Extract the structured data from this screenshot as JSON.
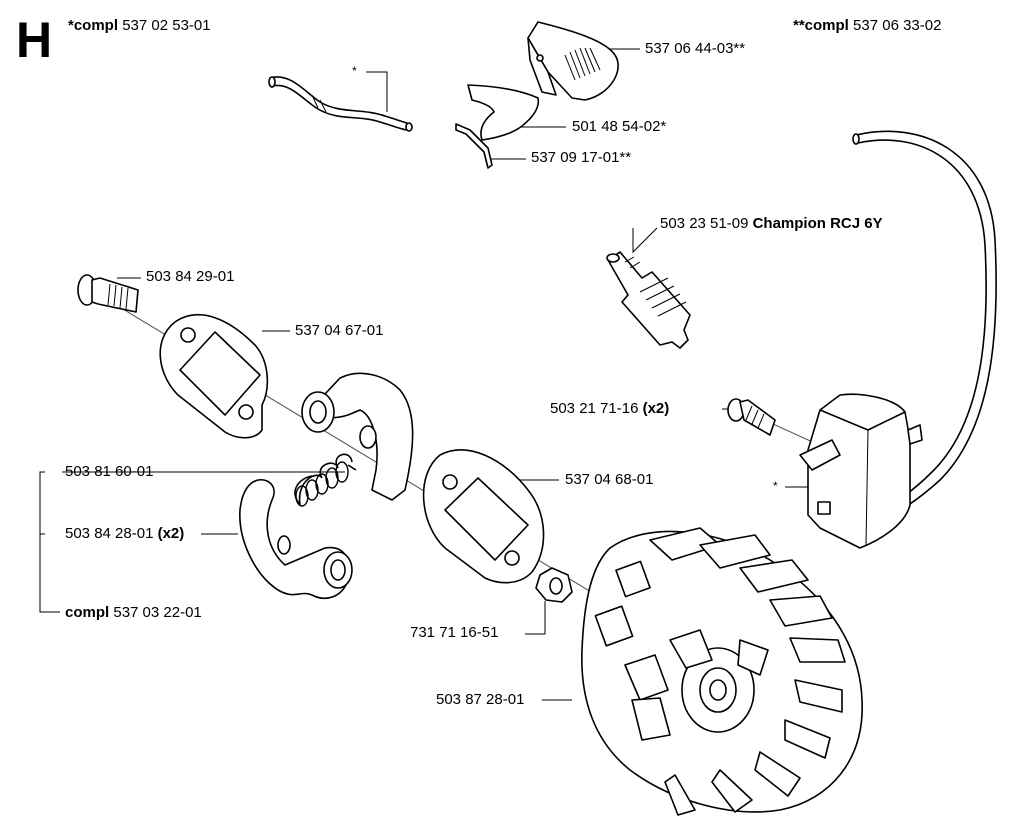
{
  "section": "H",
  "kit_a": {
    "mark": "*compl",
    "number": "537 02 53-01"
  },
  "kit_b": {
    "mark": "**compl",
    "number": "537 06 33-02"
  },
  "labels": {
    "hose_star": "*",
    "cover": "537 06 44-03**",
    "plate": "501 48 54-02*",
    "pin": "537 09 17-01**",
    "spark_plug": {
      "number": "503 23 51-09",
      "name": "Champion RCJ 6Y"
    },
    "screw_top": "503 84 29-01",
    "washer_top": "537 04 67-01",
    "screw_coil": {
      "number": "503 21 71-16",
      "qty": "(x2)"
    },
    "spring": "503 81 60-01",
    "washer_mid": "537 04 68-01",
    "coil_star": "*",
    "clutch_shoe": {
      "number": "503 84 28-01",
      "qty": "(x2)"
    },
    "clutch_compl": {
      "mark": "compl",
      "number": "537 03 22-01"
    },
    "nut": "731 71 16-51",
    "flywheel": "503 87 28-01"
  }
}
